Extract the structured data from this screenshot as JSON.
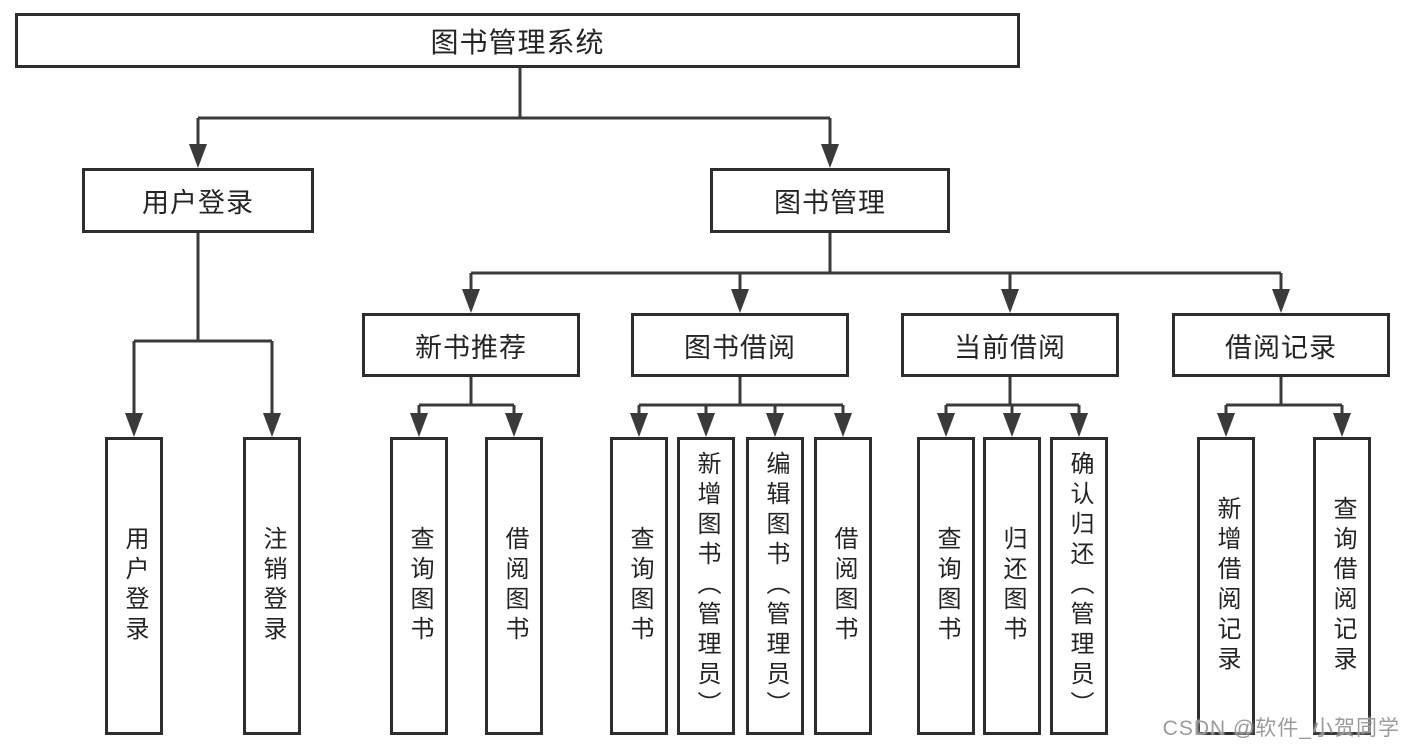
{
  "diagram": {
    "root": {
      "label": "图书管理系统",
      "children": [
        {
          "label": "用户登录",
          "children": [
            {
              "label": "用户登录"
            },
            {
              "label": "注销登录"
            }
          ]
        },
        {
          "label": "图书管理",
          "children": [
            {
              "label": "新书推荐",
              "children": [
                {
                  "label": "查询图书"
                },
                {
                  "label": "借阅图书"
                }
              ]
            },
            {
              "label": "图书借阅",
              "children": [
                {
                  "label": "查询图书"
                },
                {
                  "label": "新增图书（管理员）"
                },
                {
                  "label": "编辑图书（管理员）"
                },
                {
                  "label": "借阅图书"
                }
              ]
            },
            {
              "label": "当前借阅",
              "children": [
                {
                  "label": "查询图书"
                },
                {
                  "label": "归还图书"
                },
                {
                  "label": "确认归还（管理员）"
                }
              ]
            },
            {
              "label": "借阅记录",
              "children": [
                {
                  "label": "新增借阅记录"
                },
                {
                  "label": "查询借阅记录"
                }
              ]
            }
          ]
        }
      ]
    },
    "watermark": "CSDN @软件_小贺同学",
    "colors": {
      "line": "#3a3a3a",
      "box_border": "#2d2d2d",
      "text": "#242424",
      "watermark": "#9b9b9b",
      "background": "#ffffff"
    }
  }
}
